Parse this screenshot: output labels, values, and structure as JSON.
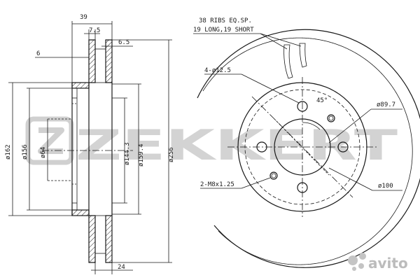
{
  "watermark": {
    "brand": "ZEKKERT",
    "marketplace": "avito"
  },
  "section_view": {
    "dims": {
      "overall_width": "39",
      "vent_width": "7.5",
      "hat_offset": "6",
      "face_thickness": "6.5",
      "hub_height": "24",
      "d162": "ø162",
      "d156": "ø156",
      "d64": "ø64",
      "d144_3": "ø144.3",
      "d159_4": "ø159.4",
      "d256": "ø256"
    }
  },
  "front_view": {
    "ribs_note_line1": "38 RIBS EQ.SP.",
    "ribs_note_line2": "19 LONG,19 SHORT",
    "bolt_holes": "4-ø12.5",
    "angle": "45°",
    "pcd": "ø89.7",
    "threaded": "2-M8x1.25",
    "centering": "ø100"
  },
  "colors": {
    "line": "#1a1a1a",
    "watermark": "#d3d3d3"
  }
}
